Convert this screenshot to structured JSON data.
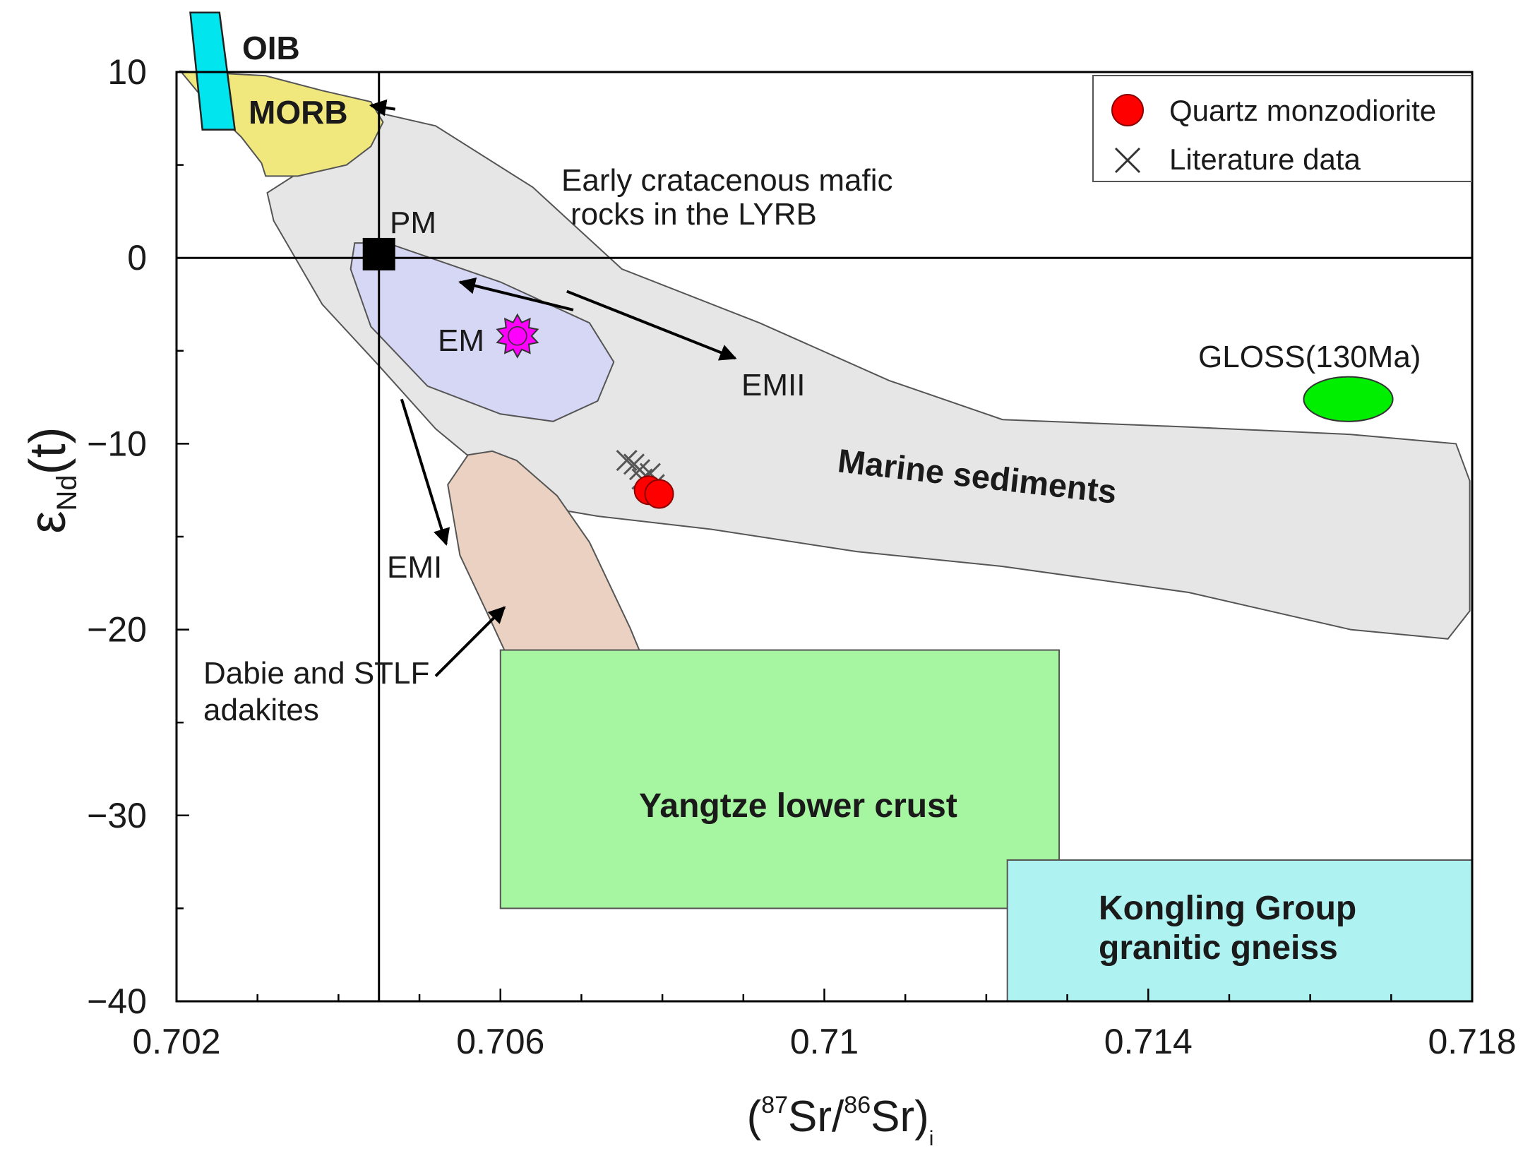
{
  "chart_data": {
    "type": "scatter",
    "xlabel": {
      "open": "(",
      "sup1": "87",
      "sr1": "Sr/",
      "sup2": "86",
      "sr2": "Sr)",
      "sub": "i"
    },
    "ylabel": {
      "eps": "ε",
      "sub": "Nd",
      "t": "(t)"
    },
    "xlim": [
      0.702,
      0.718
    ],
    "ylim": [
      -40,
      10
    ],
    "x_ticks": [
      0.702,
      0.706,
      0.71,
      0.714,
      0.718
    ],
    "x_tick_labels": [
      "0.702",
      "0.706",
      "0.71",
      "0.714",
      "0.718"
    ],
    "x_minor_step": 0.001,
    "y_ticks": [
      10,
      0,
      -10,
      -20,
      -30,
      -40
    ],
    "y_tick_labels": [
      "10",
      "0",
      "−10",
      "−20",
      "−30",
      "−40"
    ],
    "y_minor_step": 5,
    "reference_lines": {
      "x": 0.7045,
      "y": 0
    },
    "legend": {
      "placement": "top-right",
      "entries": [
        {
          "label": "Quartz monzodiorite",
          "marker": "circle",
          "color": "#ff0000"
        },
        {
          "label": "Literature data",
          "marker": "x",
          "color": "#333333"
        }
      ]
    },
    "fields": [
      {
        "name": "MORB",
        "color": "#f0e87c",
        "polygon": [
          [
            0.70205,
            10.05
          ],
          [
            0.7031,
            9.8
          ],
          [
            0.7038,
            9.0
          ],
          [
            0.7044,
            8.4
          ],
          [
            0.70455,
            7.3
          ],
          [
            0.7044,
            6.0
          ],
          [
            0.7041,
            5.0
          ],
          [
            0.7035,
            4.4
          ],
          [
            0.7031,
            4.4
          ],
          [
            0.70305,
            5.1
          ],
          [
            0.7028,
            6.5
          ],
          [
            0.7024,
            8.2
          ]
        ]
      },
      {
        "name": "OIB",
        "color": "#00e5ee",
        "polygon": [
          [
            0.70217,
            13.2
          ],
          [
            0.70253,
            13.2
          ],
          [
            0.70272,
            6.9
          ],
          [
            0.70232,
            6.9
          ]
        ]
      },
      {
        "name": "Marine sediments",
        "color": "#e6e6e6",
        "polygon": [
          [
            0.7044,
            7.9
          ],
          [
            0.7052,
            7.1
          ],
          [
            0.7064,
            3.8
          ],
          [
            0.7075,
            -0.6
          ],
          [
            0.7092,
            -3.5
          ],
          [
            0.7108,
            -6.6
          ],
          [
            0.7122,
            -8.7
          ],
          [
            0.7145,
            -9.1
          ],
          [
            0.7165,
            -9.5
          ],
          [
            0.7178,
            -10.0
          ],
          [
            0.71797,
            -12.0
          ],
          [
            0.71797,
            -19.0
          ],
          [
            0.7177,
            -20.5
          ],
          [
            0.7165,
            -20.0
          ],
          [
            0.7145,
            -18.0
          ],
          [
            0.7122,
            -16.6
          ],
          [
            0.7104,
            -15.8
          ],
          [
            0.7086,
            -14.6
          ],
          [
            0.7072,
            -13.9
          ],
          [
            0.7064,
            -13.3
          ],
          [
            0.7057,
            -11.0
          ],
          [
            0.7052,
            -9.2
          ],
          [
            0.7045,
            -5.8
          ],
          [
            0.7038,
            -2.5
          ],
          [
            0.7032,
            2.0
          ],
          [
            0.70312,
            3.5
          ],
          [
            0.7038,
            5.4
          ],
          [
            0.70425,
            7.0
          ]
        ]
      },
      {
        "name": "EM",
        "color": "#d6d6f5",
        "polygon": [
          [
            0.7042,
            0.8
          ],
          [
            0.7046,
            0.8
          ],
          [
            0.706,
            -1.3
          ],
          [
            0.7071,
            -3.5
          ],
          [
            0.7074,
            -5.6
          ],
          [
            0.7072,
            -7.7
          ],
          [
            0.70665,
            -8.8
          ],
          [
            0.706,
            -8.4
          ],
          [
            0.7051,
            -6.9
          ],
          [
            0.7044,
            -3.7
          ],
          [
            0.70415,
            -0.6
          ]
        ]
      },
      {
        "name": "Dabie and STLF adakites",
        "color": "#ead1c1",
        "polygon": [
          [
            0.7056,
            -10.6
          ],
          [
            0.7059,
            -10.4
          ],
          [
            0.7062,
            -10.9
          ],
          [
            0.7067,
            -12.8
          ],
          [
            0.7071,
            -15.3
          ],
          [
            0.7076,
            -19.9
          ],
          [
            0.7078,
            -22.0
          ],
          [
            0.7079,
            -23.8
          ],
          [
            0.70785,
            -25.0
          ],
          [
            0.7075,
            -26.0
          ],
          [
            0.7071,
            -26.0
          ],
          [
            0.7066,
            -25.2
          ],
          [
            0.70625,
            -23.0
          ],
          [
            0.7059,
            -19.7
          ],
          [
            0.7055,
            -16.0
          ],
          [
            0.70535,
            -12.2
          ]
        ]
      },
      {
        "name": "Yangtze lower crust",
        "color": "#a6f5a0",
        "rect": {
          "x0": 0.706,
          "x1": 0.7129,
          "y0": -35.0,
          "y1": -21.1
        }
      },
      {
        "name": "Kongling Group granitic gneiss",
        "color": "#aff2f2",
        "rect": {
          "x0": 0.71226,
          "x1": 0.718,
          "y0": -40.0,
          "y1": -32.4
        }
      },
      {
        "name": "GLOSS(130Ma)",
        "color": "#00ee00",
        "ellipse": {
          "cx": 0.71647,
          "cy": -7.6,
          "rx": 0.00055,
          "ry": 1.2
        }
      }
    ],
    "points": {
      "PM": {
        "x": 0.7045,
        "y": 0.2,
        "marker": "square",
        "color": "#000000"
      },
      "EM": {
        "x": 0.70621,
        "y": -4.2,
        "marker": "star",
        "color": "#ff00ff"
      },
      "quartz_monzodiorite": [
        {
          "x": 0.70783,
          "y": -12.5
        },
        {
          "x": 0.70796,
          "y": -12.7
        }
      ],
      "literature_data": [
        {
          "x": 0.70756,
          "y": -10.9
        },
        {
          "x": 0.70765,
          "y": -11.1
        },
        {
          "x": 0.70772,
          "y": -11.4
        },
        {
          "x": 0.70785,
          "y": -11.6
        },
        {
          "x": 0.70775,
          "y": -11.9
        },
        {
          "x": 0.7079,
          "y": -12.2
        }
      ]
    },
    "arrows": [
      {
        "from": [
          0.7047,
          8.0
        ],
        "to": [
          0.7044,
          8.2
        ],
        "label": "OIB"
      },
      {
        "from": [
          0.70682,
          -1.8
        ],
        "to": [
          0.7089,
          -5.4
        ],
        "label": "EMII"
      },
      {
        "from": [
          0.70478,
          -7.6
        ],
        "to": [
          0.70533,
          -15.4
        ],
        "label": "EMI"
      },
      {
        "from": [
          0.7069,
          -2.8
        ],
        "to": [
          0.7055,
          -1.3
        ],
        "label": "Early cratacenous mafic rocks in the LYRB"
      },
      {
        "from": [
          0.7052,
          -22.5
        ],
        "to": [
          0.70605,
          -18.8
        ],
        "label": "Dabie and STLF adakites"
      }
    ],
    "annotations": {
      "oib": "OIB",
      "morb": "MORB",
      "pm": "PM",
      "em": "EM",
      "emii": "EMII",
      "emi": "EMI",
      "gloss": "GLOSS(130Ma)",
      "marine": "Marine sediments",
      "early_line1": "Early cratacenous mafic",
      "early_line2": "rocks in the LYRB",
      "dabie_line1": "Dabie and STLF",
      "dabie_line2": "adakites",
      "yangtze": "Yangtze lower crust",
      "kongling_line1": "Kongling Group",
      "kongling_line2": "granitic gneiss"
    }
  }
}
